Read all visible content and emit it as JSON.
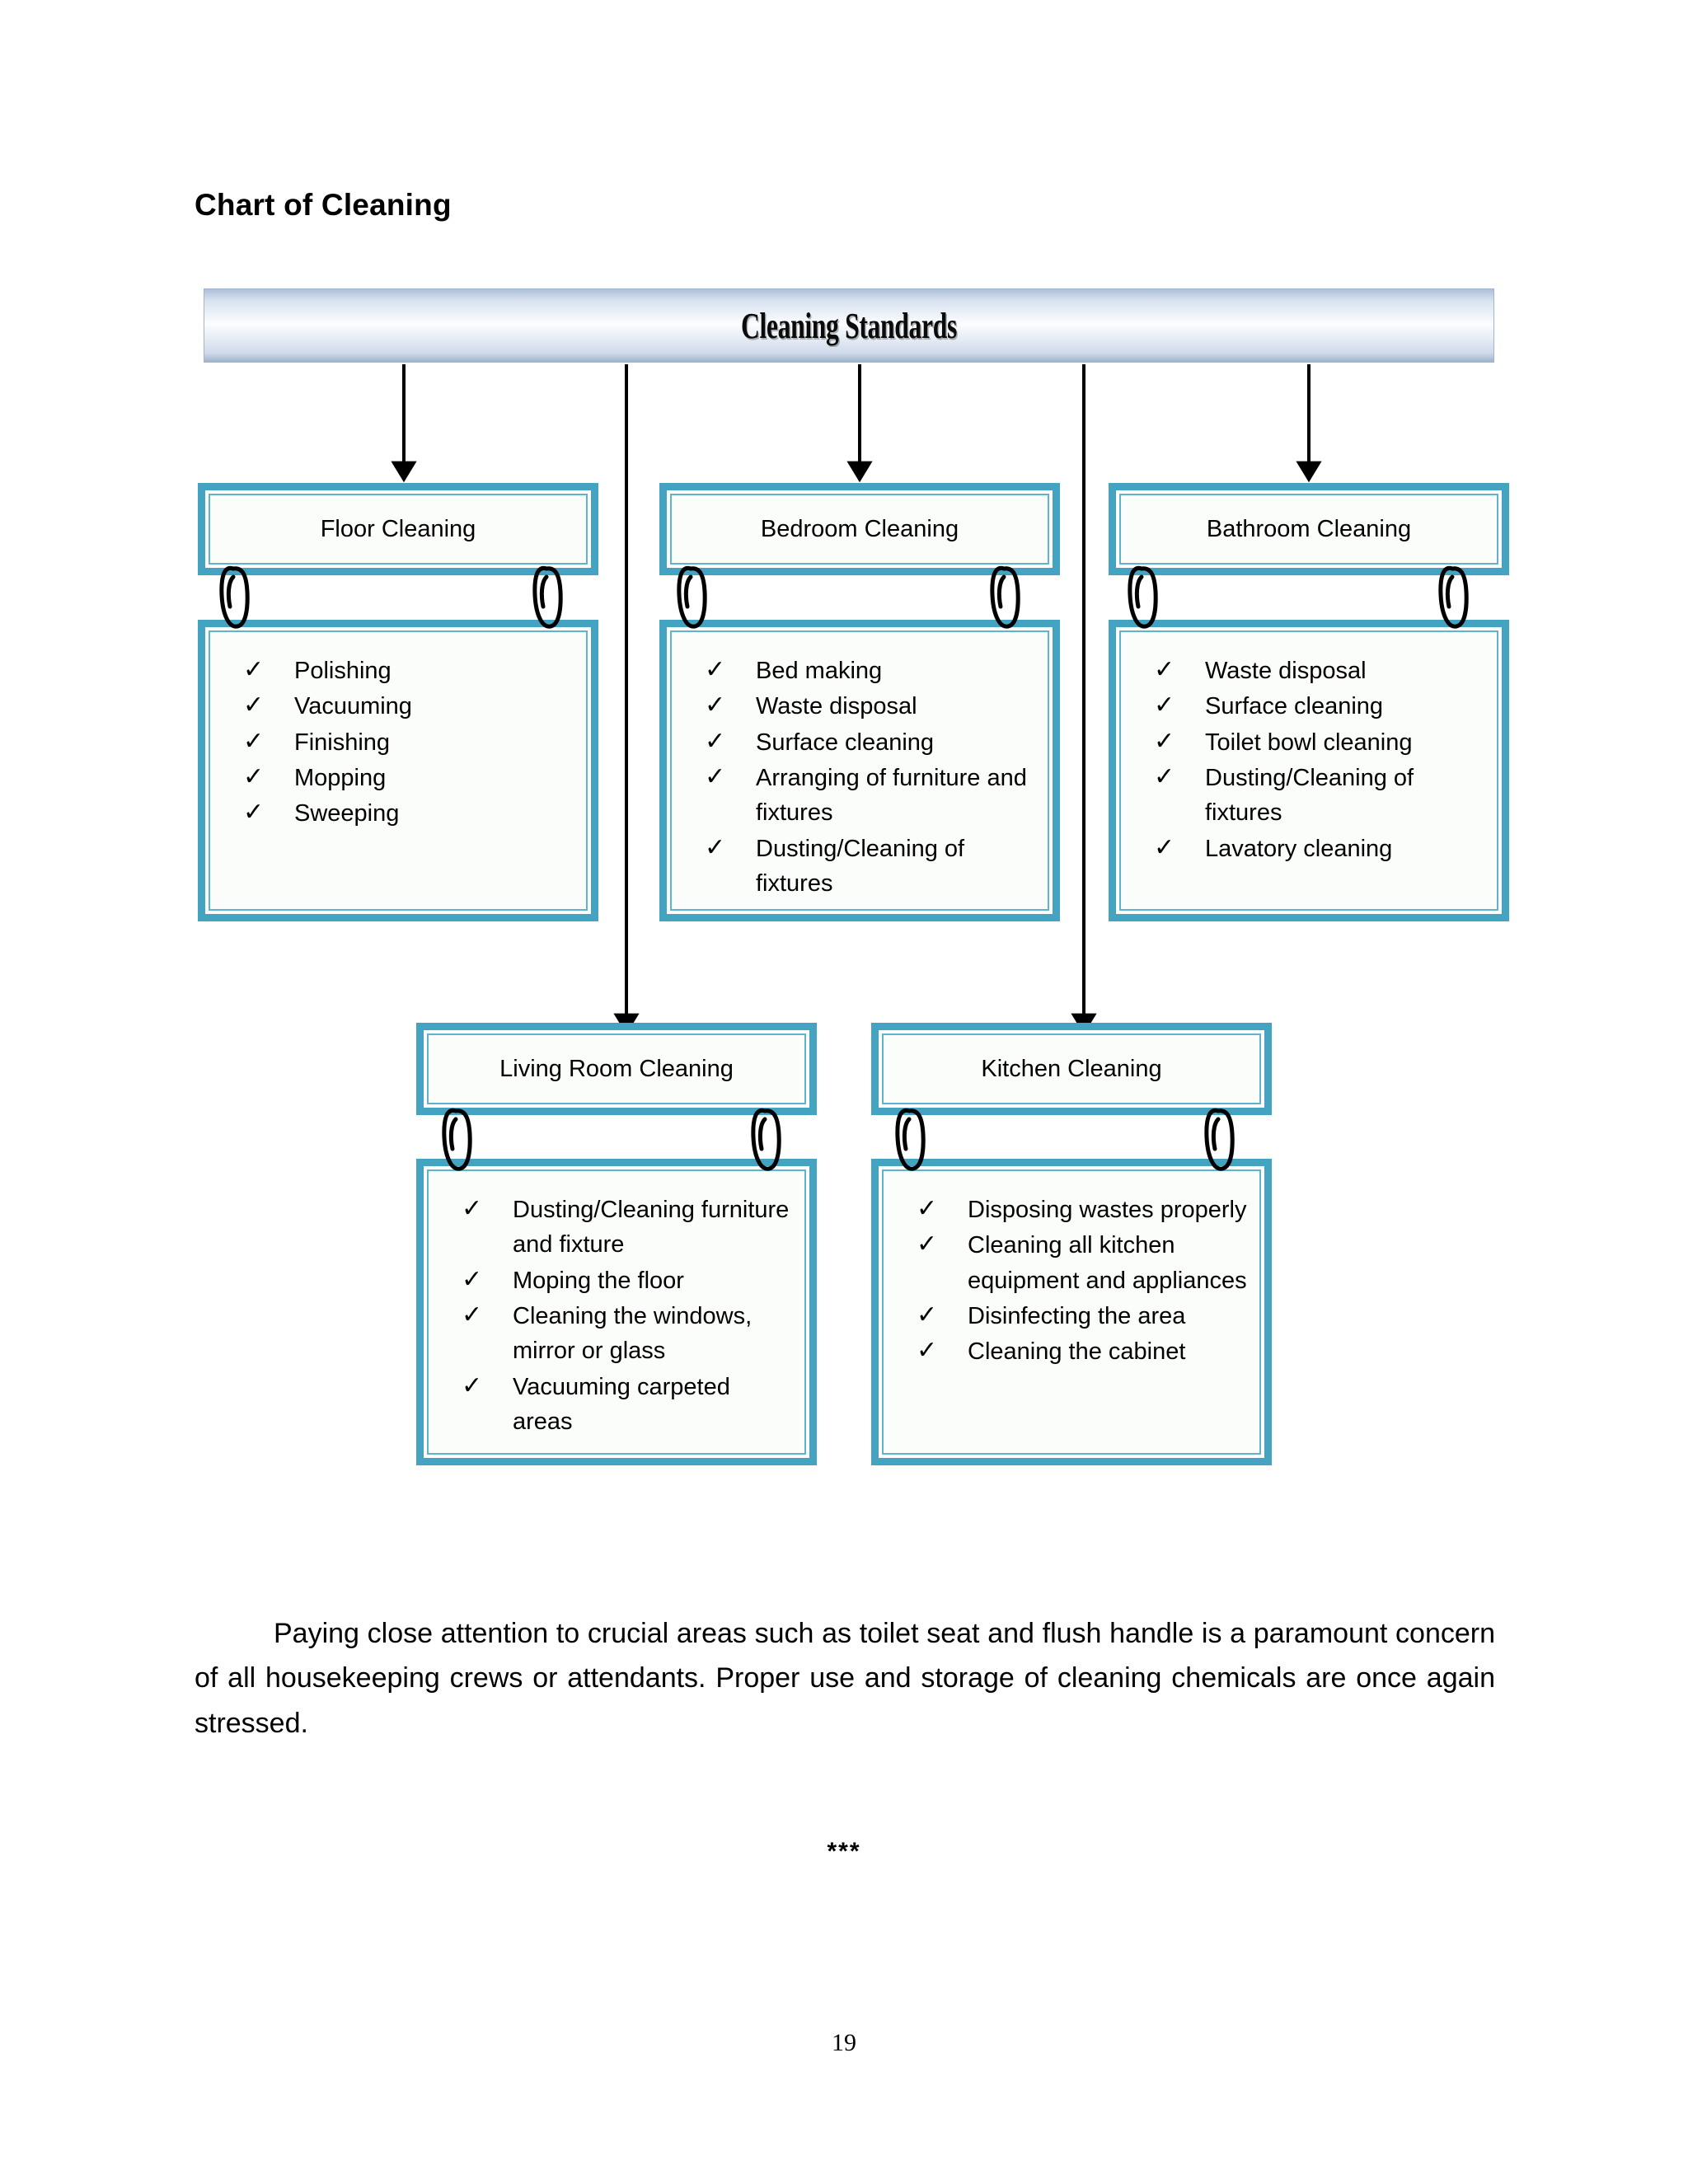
{
  "document": {
    "heading": "Chart of Cleaning",
    "page_number": "19",
    "footer_marker": "***",
    "paragraph": "Paying close attention to crucial areas such as toilet seat and flush handle is a paramount concern of all housekeeping crews or attendants. Proper use and storage of cleaning chemicals are once again stressed."
  },
  "chart_data": {
    "type": "diagram",
    "title": "Cleaning Standards",
    "root": {
      "label": "Cleaning Standards"
    },
    "bullet_glyph": "✓",
    "colors": {
      "box_border": "#44a3c0",
      "box_inner_border": "#5fb4cd",
      "box_fill": "#fbfdfa",
      "banner_gradient_top": "#aebfd8",
      "banner_gradient_mid": "#fbfcfe",
      "banner_gradient_bottom": "#9fb2cb",
      "connector": "#000000"
    },
    "nodes": [
      {
        "id": "floor",
        "label": "Floor Cleaning",
        "items": [
          "Polishing",
          "Vacuuming",
          "Finishing",
          "Mopping",
          "Sweeping"
        ]
      },
      {
        "id": "bedroom",
        "label": "Bedroom Cleaning",
        "items": [
          "Bed making",
          "Waste disposal",
          "Surface cleaning",
          "Arranging of furniture and fixtures",
          "Dusting/Cleaning of fixtures"
        ]
      },
      {
        "id": "bathroom",
        "label": "Bathroom Cleaning",
        "items": [
          "Waste disposal",
          "Surface cleaning",
          "Toilet bowl cleaning",
          "Dusting/Cleaning of fixtures",
          "Lavatory cleaning"
        ]
      },
      {
        "id": "living",
        "label": "Living Room Cleaning",
        "items": [
          "Dusting/Cleaning furniture and fixture",
          "Moping the floor",
          "Cleaning the windows, mirror or glass",
          "Vacuuming carpeted areas"
        ]
      },
      {
        "id": "kitchen",
        "label": "Kitchen Cleaning",
        "items": [
          "Disposing wastes properly",
          "Cleaning all kitchen equipment and appliances",
          "Disinfecting the area",
          "Cleaning the cabinet"
        ]
      }
    ]
  }
}
